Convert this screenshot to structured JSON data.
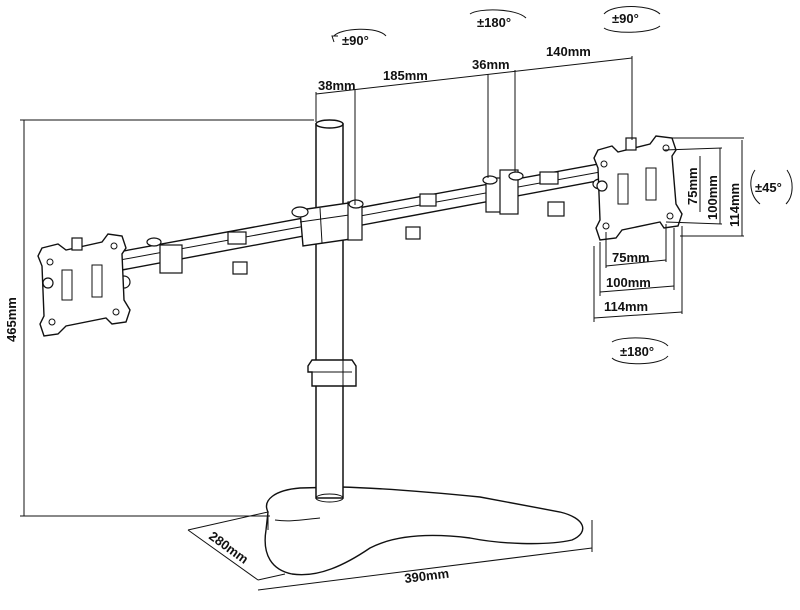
{
  "dimensions": {
    "height": "465mm",
    "base_depth": "280mm",
    "base_width": "390mm",
    "pole_diameter": "38mm",
    "arm_segment_1": "185mm",
    "arm_segment_2": "36mm",
    "arm_segment_3": "140mm",
    "vesa_h_75": "75mm",
    "vesa_h_100": "100mm",
    "vesa_h_114": "114mm",
    "vesa_v_75": "75mm",
    "vesa_v_100": "100mm",
    "vesa_v_114": "114mm"
  },
  "rotations": {
    "swivel_left": "±90°",
    "arm_pivot": "±180°",
    "swivel_right": "±90°",
    "tilt": "±45°",
    "rotate": "±180°"
  }
}
